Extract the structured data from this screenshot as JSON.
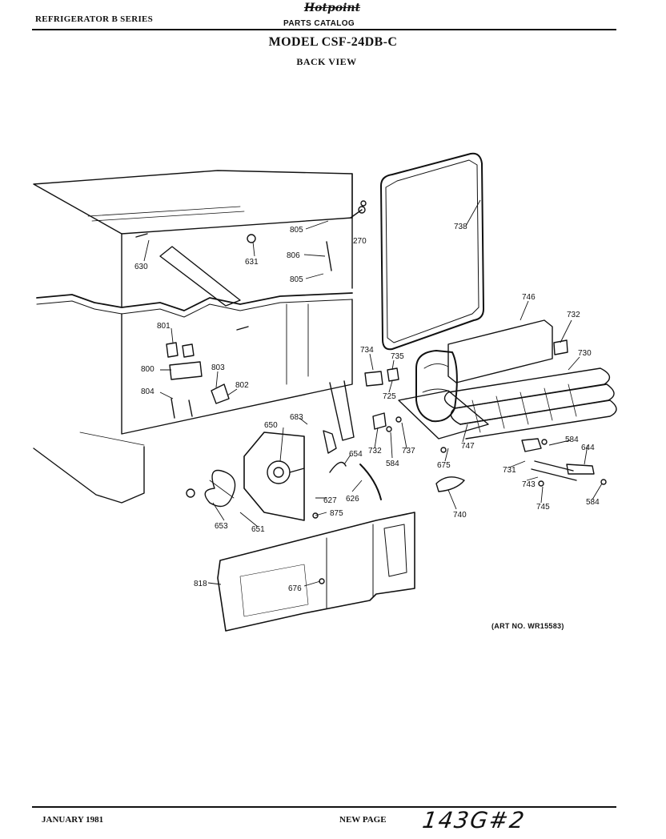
{
  "header": {
    "series": "REFRIGERATOR B SERIES",
    "brand": "Hotpoint",
    "catalog": "PARTS CATALOG",
    "model": "MODEL CSF-24DB-C",
    "view": "BACK VIEW"
  },
  "callouts": [
    "805",
    "270",
    "738",
    "630",
    "631",
    "806",
    "805",
    "746",
    "732",
    "730",
    "801",
    "734",
    "735",
    "800",
    "803",
    "802",
    "725",
    "804",
    "683",
    "650",
    "732",
    "584",
    "737",
    "747",
    "584",
    "644",
    "654",
    "675",
    "731",
    "743",
    "584",
    "627",
    "875",
    "626",
    "740",
    "745",
    "653",
    "651",
    "818",
    "676"
  ],
  "art_number": "(ART NO. WR15583)",
  "footer": {
    "date": "JANUARY 1981",
    "status": "NEW PAGE",
    "handwritten": "143G#2"
  }
}
